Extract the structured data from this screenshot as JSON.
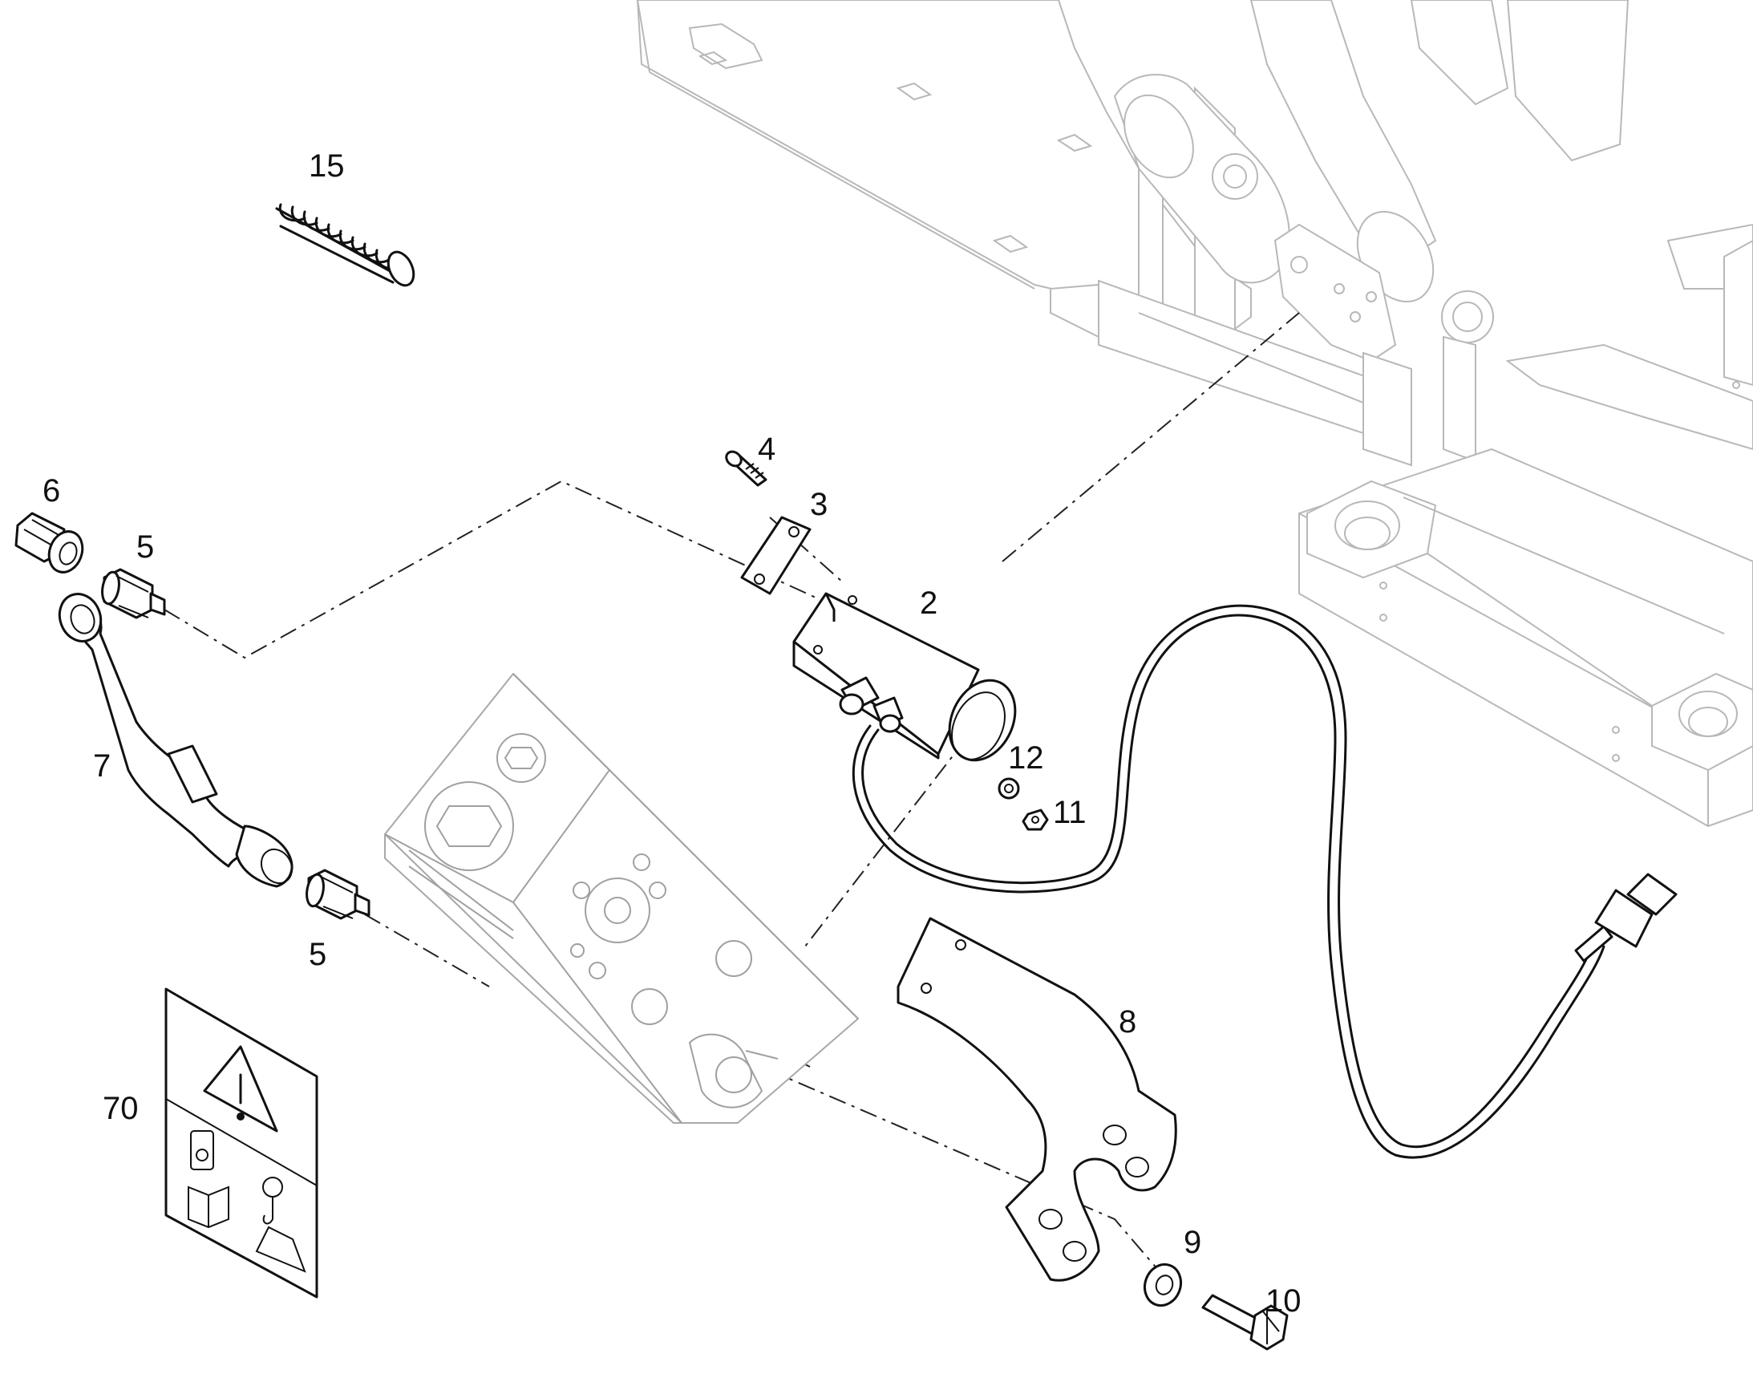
{
  "diagram": {
    "callouts": [
      "15",
      "4",
      "3",
      "2",
      "6",
      "5",
      "7",
      "12",
      "11",
      "5",
      "8",
      "70",
      "9",
      "10"
    ],
    "warning_symbol": "warning-triangle-icon"
  }
}
